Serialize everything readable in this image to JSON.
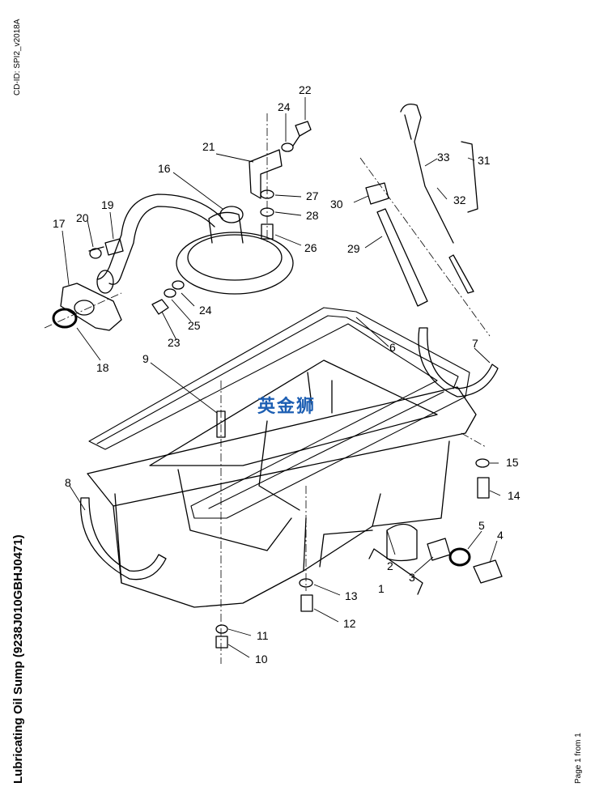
{
  "document": {
    "cd_id": "CD-ID: SPI2_v2018A",
    "title": "Lubricating Oil Sump (9238J010GBHJ0471)",
    "page": "Page 1 from 1",
    "watermark": "英金狮"
  },
  "callouts": [
    "1",
    "2",
    "3",
    "4",
    "5",
    "6",
    "7",
    "8",
    "9",
    "10",
    "11",
    "12",
    "13",
    "14",
    "15",
    "16",
    "17",
    "18",
    "19",
    "20",
    "21",
    "22",
    "23",
    "24",
    "24",
    "25",
    "26",
    "27",
    "28",
    "29",
    "30",
    "31",
    "32",
    "33"
  ]
}
